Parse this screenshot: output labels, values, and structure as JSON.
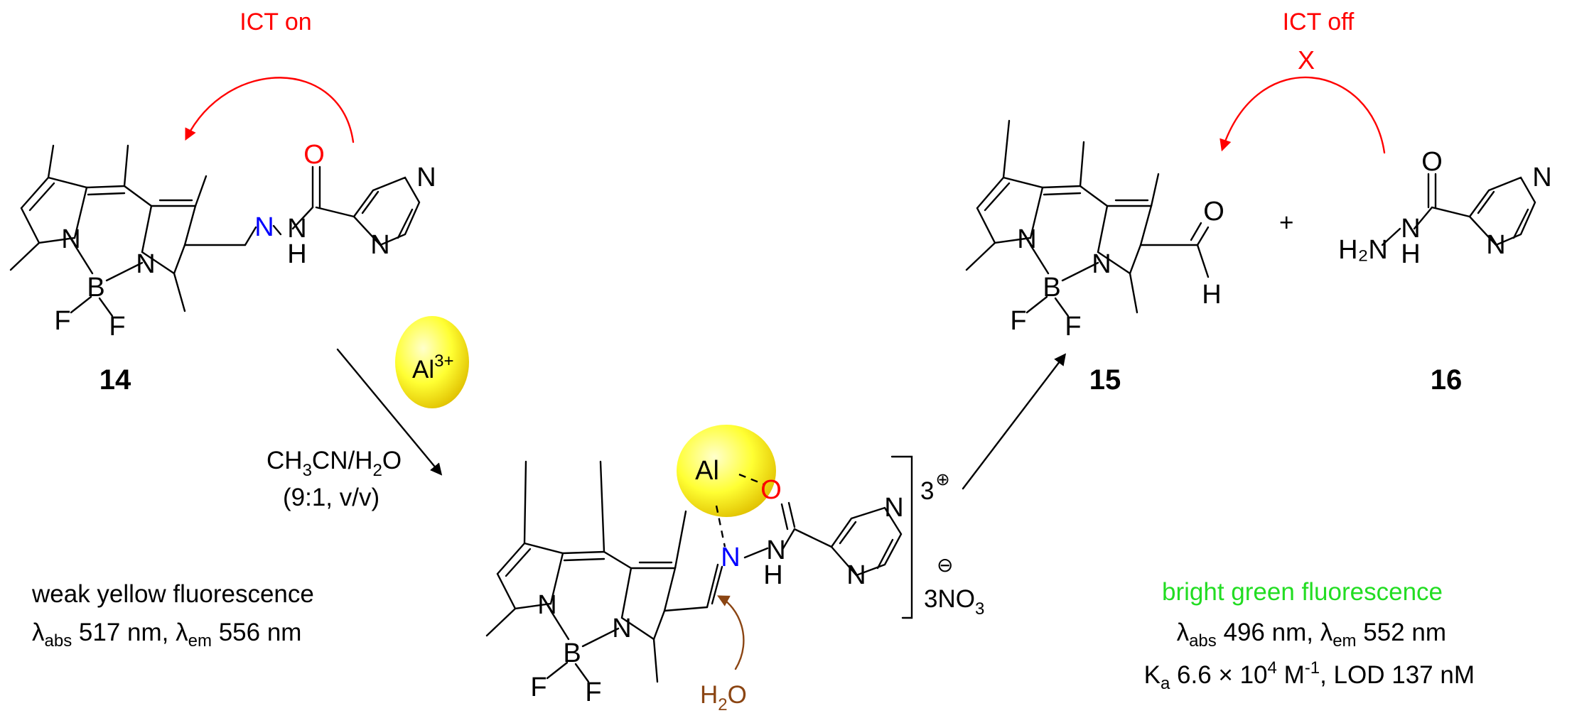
{
  "colors": {
    "ict_arrow": "#ff0000",
    "metal_ball": "#ffff33",
    "imine_nitrogen": "#0000ff",
    "carbonyl_oxygen": "#ff0000",
    "fluorescence_green": "#22dd22",
    "water": "#8b4513"
  },
  "ict_on": "ICT on",
  "ict_off": "ICT off",
  "ict_blocked_mark": "X",
  "compound_14": "14",
  "compound_15": "15",
  "compound_16": "16",
  "metal_ion": {
    "symbol": "Al",
    "charge": "3+"
  },
  "complex_metal": "Al",
  "conditions": {
    "solvent_a": "CH",
    "solvent_a_sub": "3",
    "solvent_b": "CN/H",
    "solvent_b_sub": "2",
    "solvent_c": "O",
    "ratio": "(9:1, v/v)"
  },
  "complex_charge": {
    "number": "3",
    "sign": "⊕"
  },
  "counterion": {
    "sign": "⊖",
    "prefix": "3NO",
    "sub": "3"
  },
  "water": {
    "main": "H",
    "sub": "2",
    "tail": "O"
  },
  "plus": "+",
  "left_fluorescence": {
    "line1": "weak yellow fluorescence",
    "lambda": "λ",
    "abs_sub": "abs",
    "abs_value": " 517 nm, ",
    "em_sub": "em",
    "em_value": " 556 nm"
  },
  "right_fluorescence": {
    "line1": "bright green fluorescence",
    "lambda": "λ",
    "abs_sub": "abs",
    "abs_value": " 496 nm, ",
    "em_sub": "em",
    "em_value": " 552 nm",
    "ka_main": "K",
    "ka_sub": "a",
    "ka_value": " 6.6 × 10",
    "ka_exp": "4",
    "ka_unit": " M",
    "ka_unit_exp": "-1",
    "lod": ", LOD 137 nM"
  },
  "atoms": {
    "N": "N",
    "O": "O",
    "H": "H",
    "B": "B",
    "F": "F",
    "hydrazine": "H₂N"
  }
}
